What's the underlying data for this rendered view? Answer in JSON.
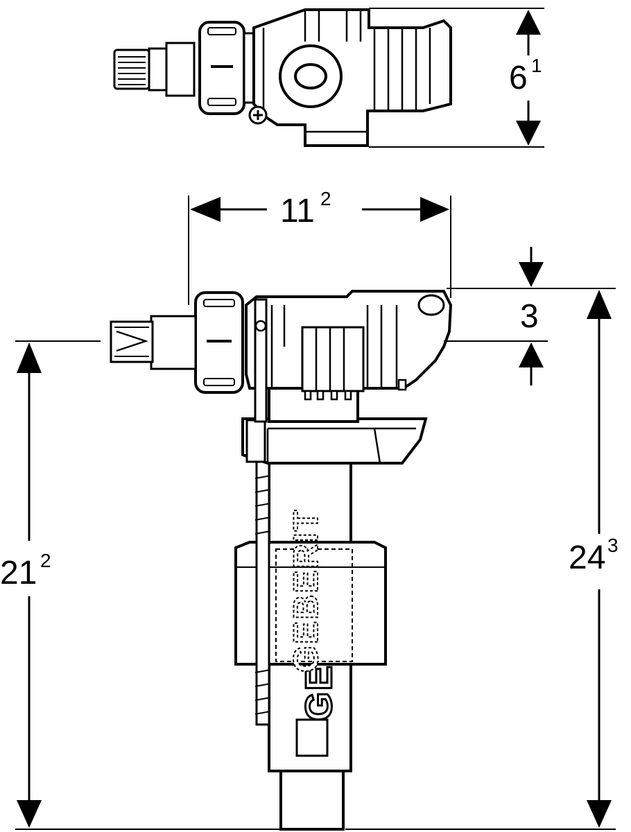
{
  "dimensions": {
    "top_height": {
      "main": "6",
      "sup": "1"
    },
    "width": {
      "main": "11",
      "sup": "2"
    },
    "head_height": {
      "main": "3",
      "sup": ""
    },
    "left_height": {
      "main": "21",
      "sup": "2"
    },
    "total_height": {
      "main": "24",
      "sup": "3"
    }
  },
  "brand": {
    "text": "GEBERIT"
  }
}
